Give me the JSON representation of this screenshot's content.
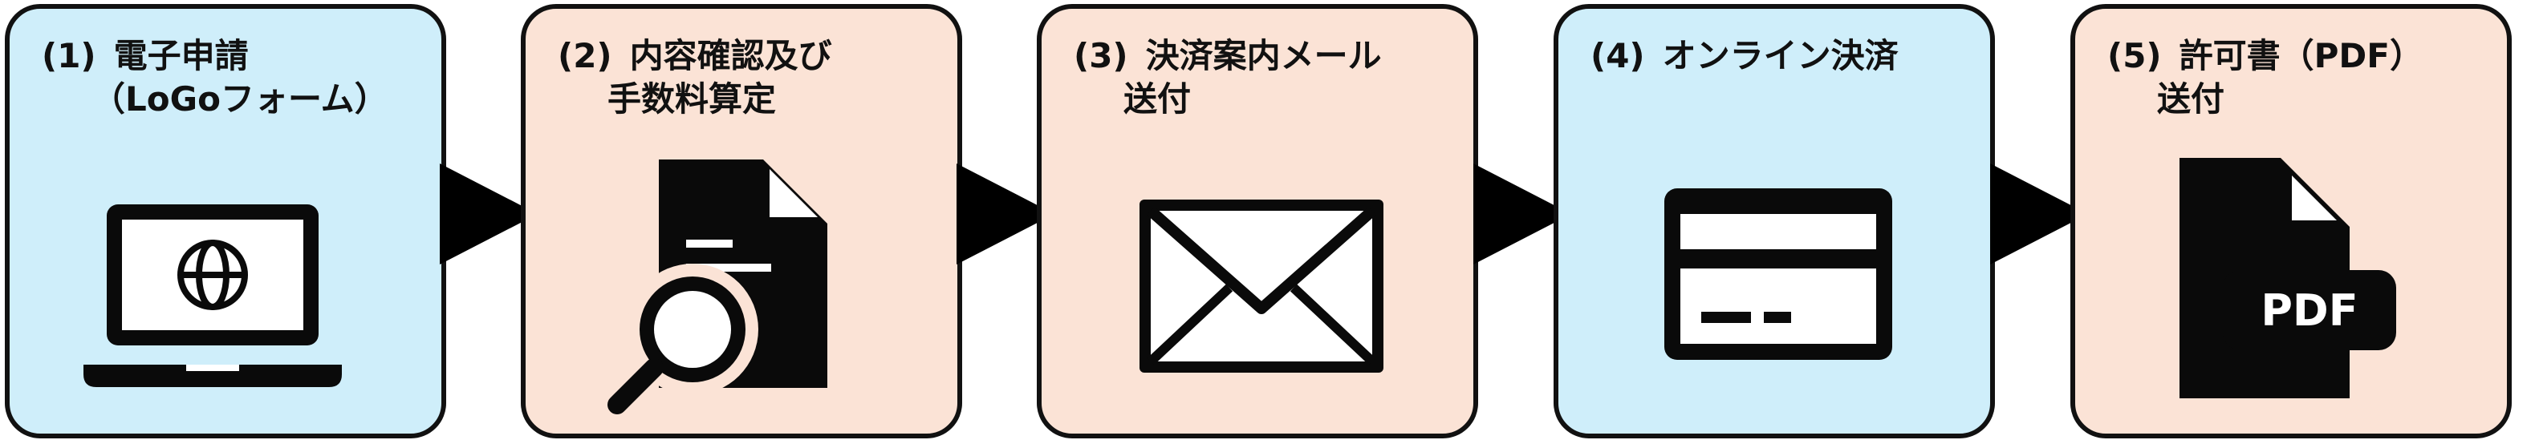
{
  "colors": {
    "blue_box": "#cfeefa",
    "peach_box": "#fbe3d6",
    "border": "#111111",
    "icon": "#0a0a0a"
  },
  "steps": [
    {
      "number": "(1)",
      "line1": "電子申請",
      "line2": "（LoGoフォーム）",
      "icon": "laptop-globe-icon",
      "color": "blue"
    },
    {
      "number": "(2)",
      "line1": "内容確認及び",
      "line2": "手数料算定",
      "icon": "document-search-icon",
      "color": "peach"
    },
    {
      "number": "(3)",
      "line1": "決済案内メール",
      "line2": "送付",
      "icon": "envelope-icon",
      "color": "peach"
    },
    {
      "number": "(4)",
      "line1": "オンライン決済",
      "line2": "",
      "icon": "credit-card-icon",
      "color": "blue"
    },
    {
      "number": "(5)",
      "line1": "許可書（PDF）",
      "line2": "送付",
      "icon": "pdf-file-icon",
      "color": "peach"
    }
  ],
  "pdf_badge": "PDF"
}
